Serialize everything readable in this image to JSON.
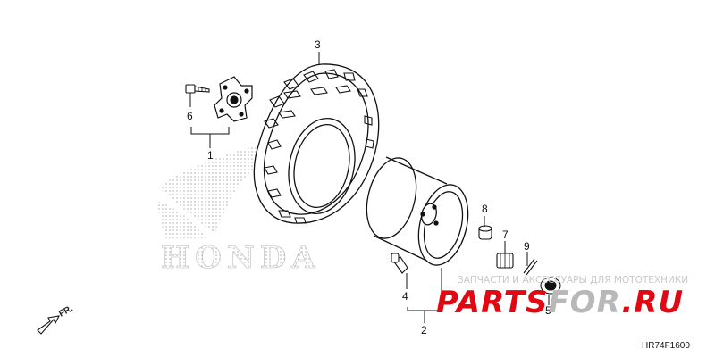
{
  "diagram": {
    "brand_logo_text": "HONDA",
    "direction_marker": "FR.",
    "diagram_code": "HR74F1600",
    "callouts": {
      "c1": "1",
      "c2": "2",
      "c3": "3",
      "c4": "4",
      "c5": "5",
      "c6": "6",
      "c7": "7",
      "c8": "8",
      "c9": "9"
    },
    "watermark": {
      "tagline": "ЗАПЧАСТИ И АКСЕССУАРЫ ДЛЯ МОТОТЕХНИКИ",
      "site_part1": "PARTS",
      "site_part2": "FOR",
      "site_part3": ".RU",
      "accent_color": "#e30613",
      "secondary_color": "#b8b8b8"
    }
  }
}
